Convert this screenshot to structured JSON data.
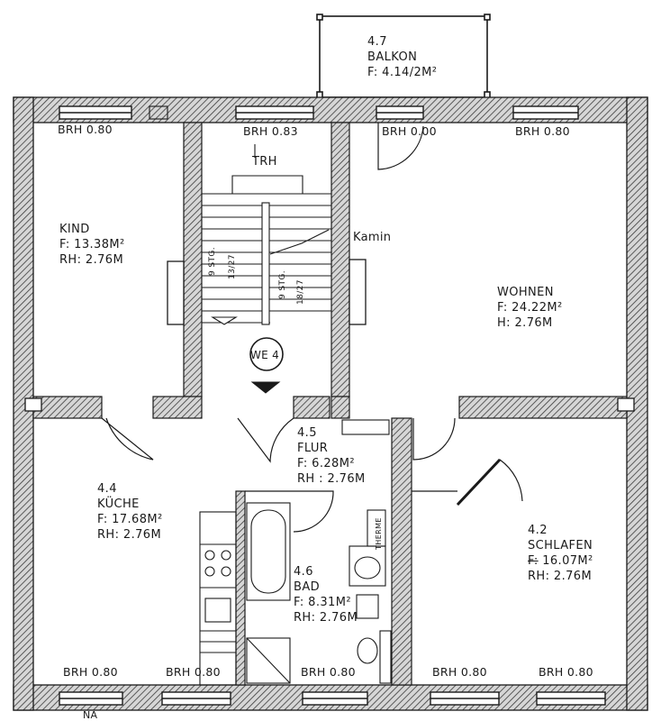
{
  "rooms": {
    "balkon": {
      "number": "4.7",
      "name": "BALKON",
      "area": "F: 4.14/2M²"
    },
    "kind": {
      "name": "KIND",
      "area": "F: 13.38M²",
      "height": "RH: 2.76M"
    },
    "treppenhaus": {
      "name": "TRH",
      "unit": "WE 4",
      "stairs_up": "9 STG.",
      "stairs_up_count": "13/27",
      "stairs_down": "9 STG.",
      "stairs_down_count": "18/27",
      "kamin": "Kamin"
    },
    "wohnen": {
      "name": "WOHNEN",
      "area": "F: 24.22M²",
      "height": "H: 2.76M"
    },
    "flur": {
      "number": "4.5",
      "name": "FLUR",
      "area": "F: 6.28M²",
      "height": "RH : 2.76M"
    },
    "kueche": {
      "number": "4.4",
      "name": "KÜCHE",
      "area": "F: 17.68M²",
      "height": "RH: 2.76M"
    },
    "bad": {
      "number": "4.6",
      "name": "BAD",
      "area": "F: 8.31M²",
      "height": "RH: 2.76M",
      "therme": "THERME"
    },
    "schlafen": {
      "number": "4.2",
      "name": "SCHLAFEN",
      "area_prefix": "F:",
      "area_value": "16.07M²",
      "height": "RH: 2.76M"
    }
  },
  "window_sills": {
    "top": [
      "BRH 0.80",
      "BRH 0.83",
      "BRH 0.00",
      "BRH 0.80"
    ],
    "bottom": [
      "BRH 0.80",
      "BRH 0.80",
      "BRH 0.80",
      "BRH 0.80",
      "BRH 0.80"
    ]
  },
  "footer": {
    "label": "NA"
  },
  "colors": {
    "wall_hatch": "#3a3a3a",
    "ink": "#1a1a1a",
    "background": "#ffffff"
  }
}
